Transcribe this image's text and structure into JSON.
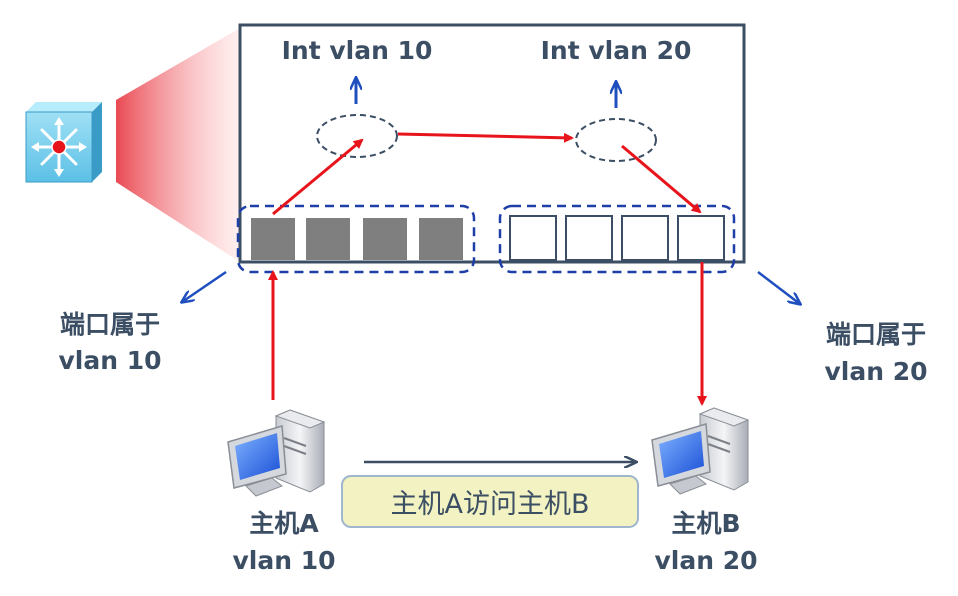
{
  "interfaces": {
    "vlan10": "Int vlan 10",
    "vlan20": "Int vlan 20"
  },
  "port_groups": {
    "left": {
      "title": "端口属于",
      "vlan": "vlan 10"
    },
    "right": {
      "title": "端口属于",
      "vlan": "vlan 20"
    }
  },
  "hosts": {
    "a": {
      "name": "主机A",
      "vlan": "vlan 10"
    },
    "b": {
      "name": "主机B",
      "vlan": "vlan 20"
    }
  },
  "caption": "主机A访问主机B",
  "colors": {
    "text": "#3b4e63",
    "path_arrow": "#e8141b",
    "blue_arrow": "#1f4fbf",
    "port_filled": "#7f7f7f",
    "dashed_group": "#1f3fa8",
    "caption_bg": "#f2f2c2"
  },
  "icons": {
    "switch": "layer3-switch-icon",
    "host_a": "computer-icon",
    "host_b": "computer-icon"
  }
}
